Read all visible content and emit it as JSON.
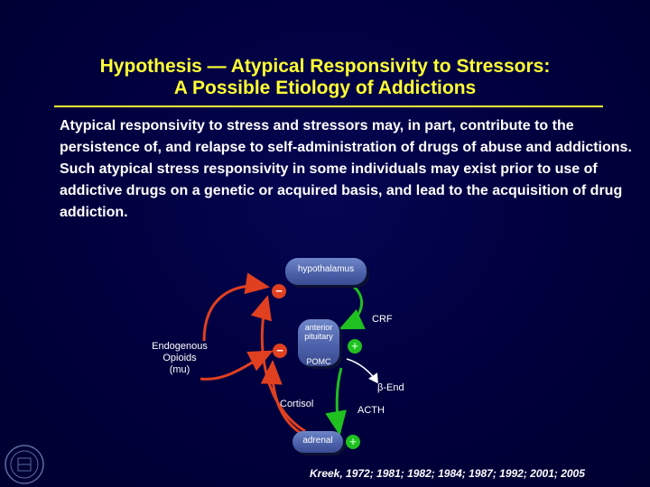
{
  "slide": {
    "title_line1": "Hypothesis — Atypical Responsivity to Stressors:",
    "title_line2": "A Possible Etiology of Addictions",
    "body": "Atypical responsivity to stress and stressors may, in part, contribute to the persistence of, and relapse to self-administration of drugs of abuse and addictions. Such atypical stress responsivity in some individuals may exist prior to use of addictive drugs on a genetic or acquired basis, and lead to the acquisition of drug addiction.",
    "citation": "Kreek, 1972; 1981; 1982; 1984; 1987; 1992; 2001; 2005"
  },
  "diagram": {
    "hypothalamus": "hypothalamus",
    "anterior_pituitary_line1": "anterior",
    "anterior_pituitary_line2": "pituitary",
    "pomc": "POMC",
    "adrenal": "adrenal",
    "crf": "CRF",
    "b_end": "β-End",
    "acth": "ACTH",
    "cortisol": "Cortisol",
    "endogenous_line1": "Endogenous",
    "endogenous_line2": "Opioids",
    "endogenous_line3": "(mu)",
    "minus_sign": "−",
    "plus_sign": "+"
  },
  "colors": {
    "title": "#ffff33",
    "inhibit_arrow": "#e04020",
    "stimulate_arrow": "#20c020",
    "background": "#00003a"
  }
}
